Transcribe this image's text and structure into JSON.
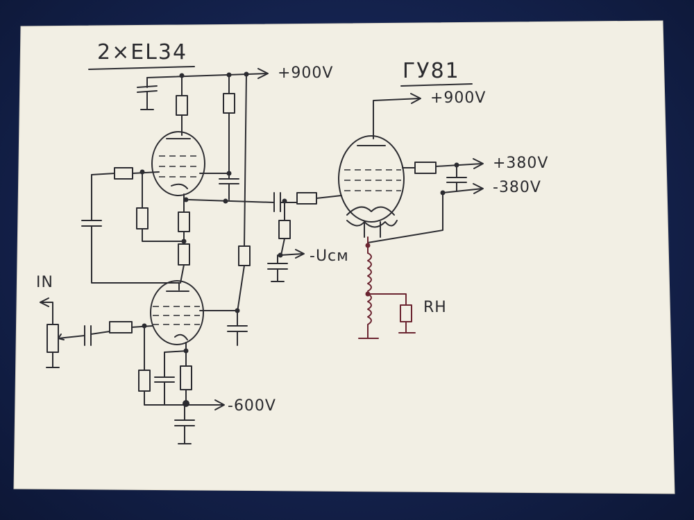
{
  "labels": {
    "driver_title": "2×EL34",
    "output_title": "ГУ81",
    "plus_900_left": "+900V",
    "plus_900_right": "+900V",
    "plus_380": "+380V",
    "minus_380": "-380V",
    "minus_600": "-600V",
    "ucm": "-Uсм",
    "input": "IN",
    "load": "RH"
  },
  "colors": {
    "paper": "#f3f0e6",
    "ink": "#2b2b30",
    "red_ink": "#6b2430",
    "background": "#14224d"
  }
}
